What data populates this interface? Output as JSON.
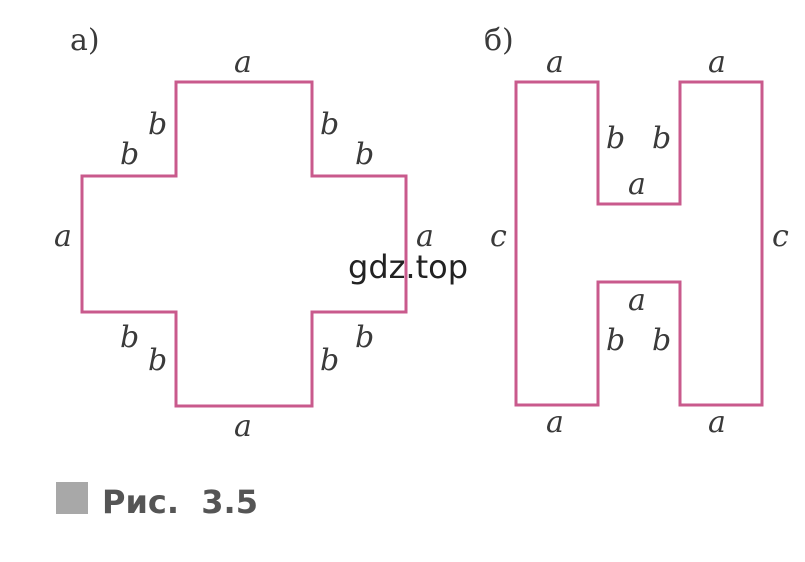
{
  "figure_a": {
    "part_label": "а)",
    "labels": {
      "top": "a",
      "bottom": "a",
      "left": "a",
      "right": "a",
      "tl_vert": "b",
      "tl_horiz": "b",
      "tr_vert": "b",
      "tr_horiz": "b",
      "bl_vert": "b",
      "bl_horiz": "b",
      "br_vert": "b",
      "br_horiz": "b"
    }
  },
  "figure_b": {
    "part_label": "б)",
    "labels": {
      "top_left": "a",
      "top_right": "a",
      "bottom_left": "a",
      "bottom_right": "a",
      "left": "c",
      "right": "c",
      "notch_top_left": "b",
      "notch_top_right": "b",
      "notch_top_bottom": "a",
      "notch_bottom_top": "a",
      "notch_bottom_left": "b",
      "notch_bottom_right": "b"
    }
  },
  "watermark": "gdz.top",
  "caption": "Рис.  3.5",
  "colors": {
    "outline": "#c95a8c",
    "caption_square": "#a8a8a8"
  }
}
